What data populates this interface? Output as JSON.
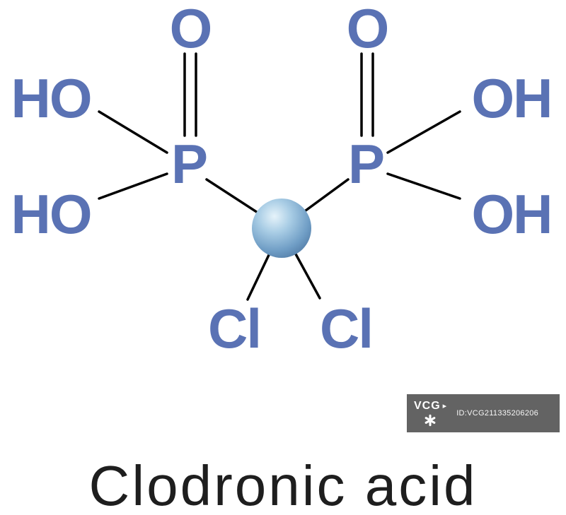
{
  "molecule": {
    "atoms": {
      "o_left": "O",
      "o_right": "O",
      "ho_top": "HO",
      "ho_bottom": "HO",
      "p_left": "P",
      "p_right": "P",
      "oh_top": "OH",
      "oh_bottom": "OH",
      "cl_left": "Cl",
      "cl_right": "Cl"
    }
  },
  "watermark": {
    "brand": "VCG",
    "triangle_glyph": "▸",
    "id_text": "ID:VCG211335206206"
  },
  "caption": {
    "title": "Clodronic acid"
  },
  "colors": {
    "atom_text": "#5a72b4",
    "bond": "#000000",
    "sphere_highlight": "#e6f3fa",
    "sphere_mid": "#7fa8cd",
    "sphere_edge": "#527ca6",
    "watermark_bg": "#484848",
    "watermark_text": "#ffffff",
    "title_text": "#1e1e1e",
    "background": "#ffffff"
  }
}
